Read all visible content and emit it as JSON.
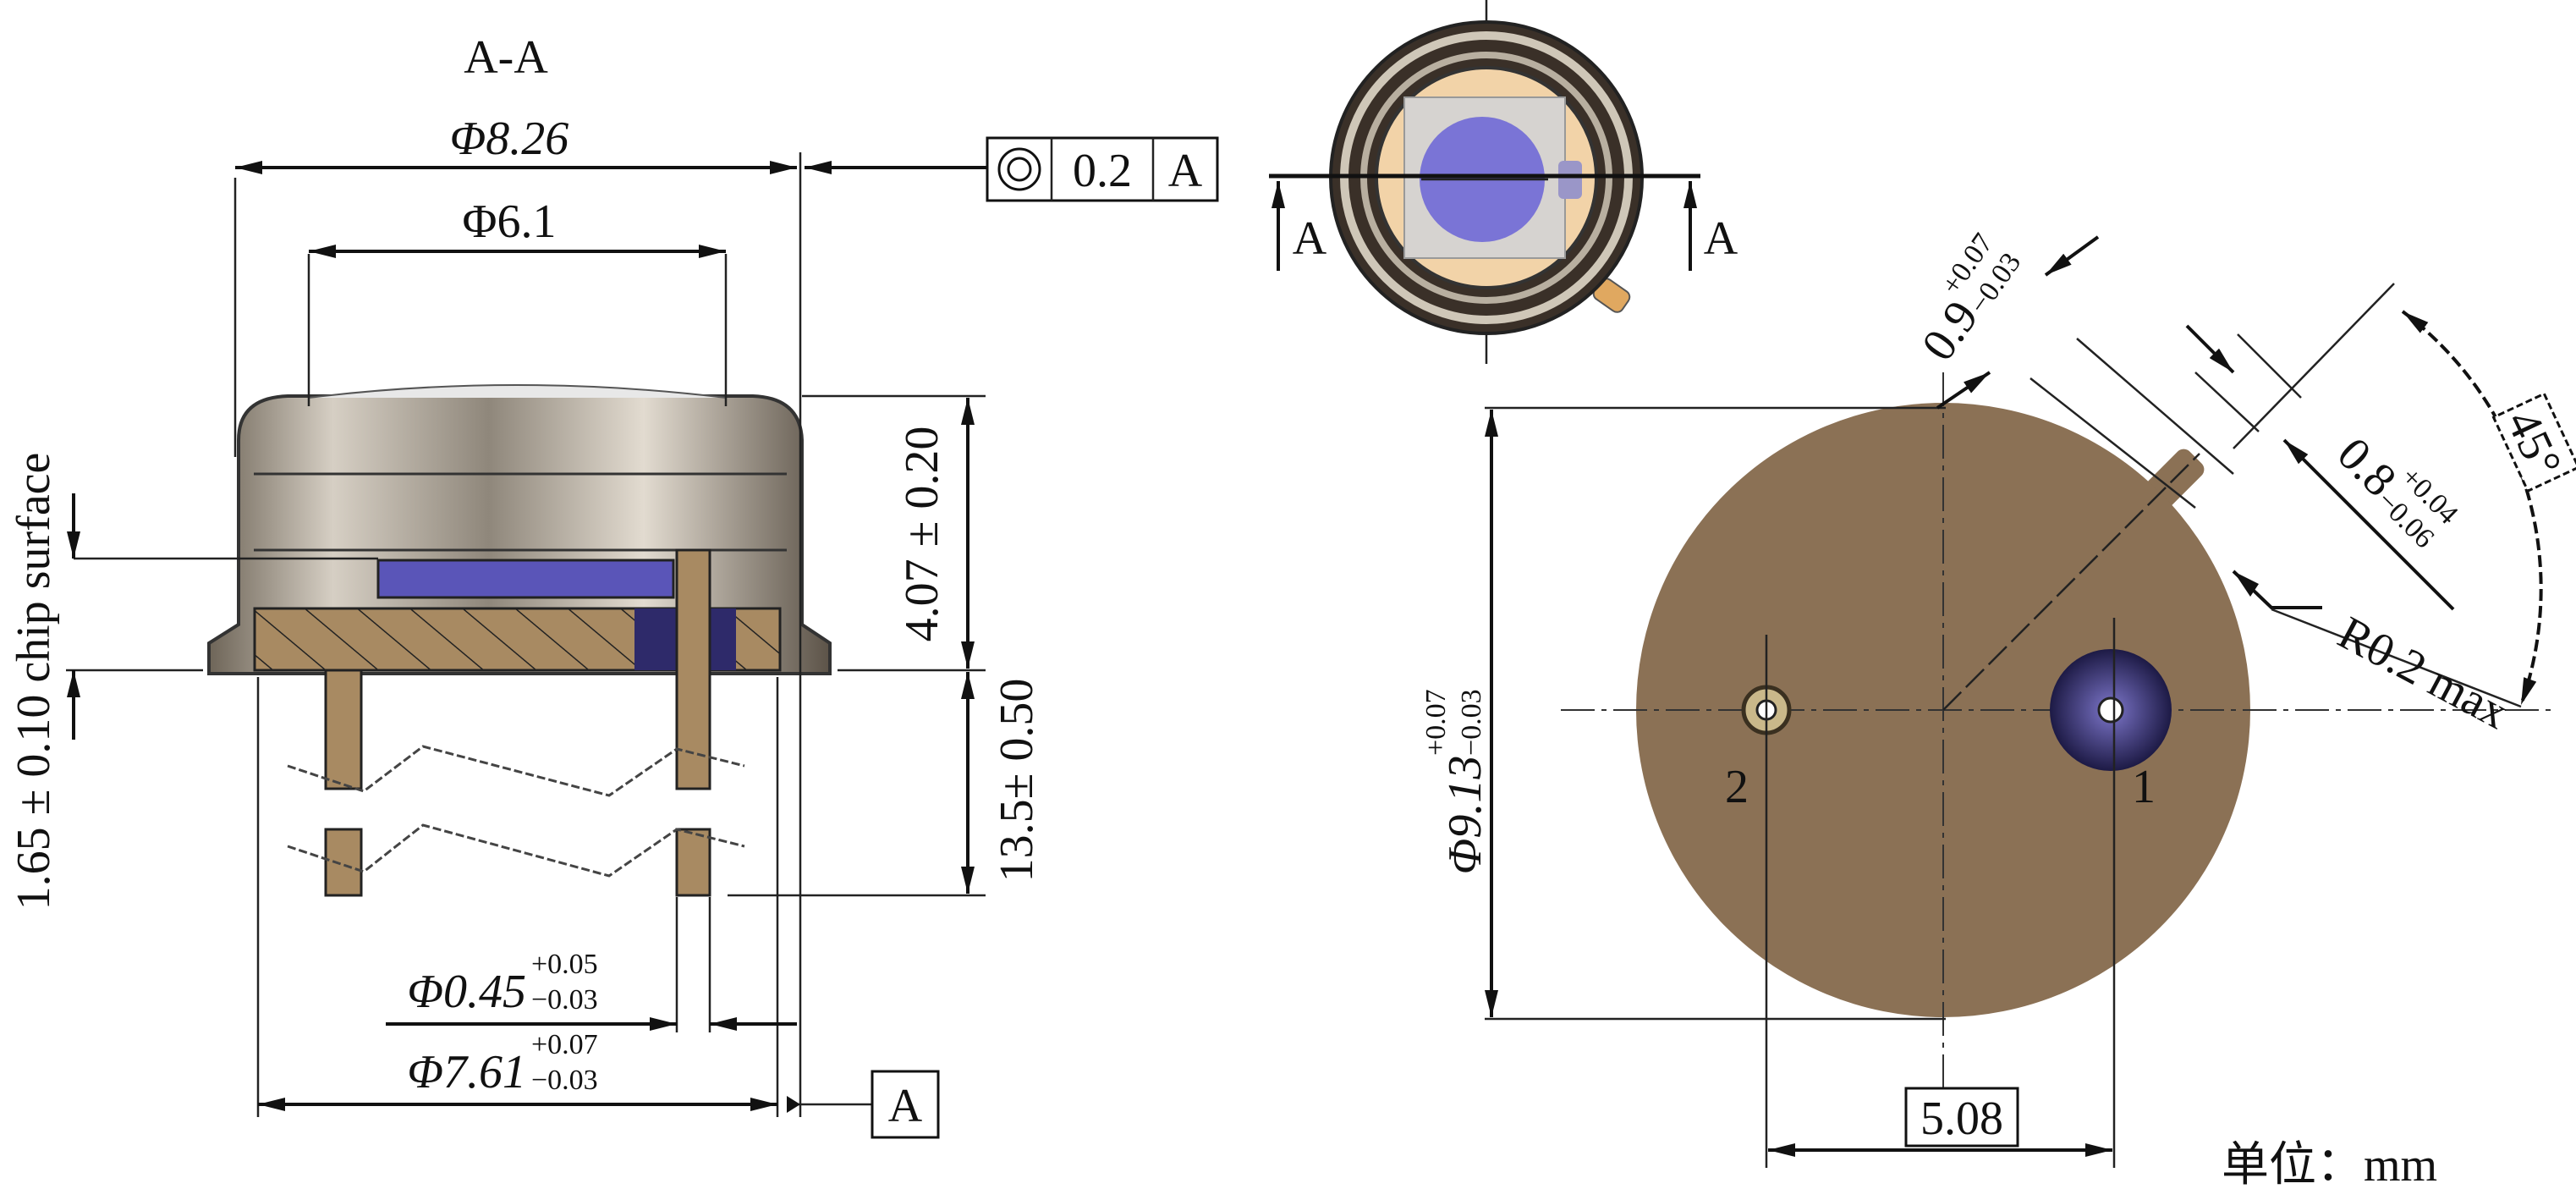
{
  "section_view": {
    "title": "A-A",
    "dia_outer": "Φ8.26",
    "dia_window": "Φ6.1",
    "height": "4.07 ± 0.20",
    "pin_length": "13.5± 0.50",
    "chip_surface": "1.65 ± 0.10 chip surface",
    "pin_dia": {
      "value": "Φ0.45",
      "upper": "+0.05",
      "lower": "−0.03"
    },
    "base_dia": {
      "value": "Φ7.61",
      "upper": "+0.07",
      "lower": "−0.03"
    },
    "concentricity": {
      "symbol": "◎",
      "tolerance": "0.2",
      "datum": "A"
    },
    "datum_label": "A"
  },
  "top_view": {
    "section_marker_left": "A",
    "section_marker_right": "A"
  },
  "bottom_view": {
    "dia": {
      "value": "Φ9.13",
      "upper": "+0.07",
      "lower": "−0.03"
    },
    "tab_length": {
      "value": "0.9",
      "upper": "+0.07",
      "lower": "−0.03"
    },
    "tab_width": {
      "value": "0.8",
      "upper": "+0.04",
      "lower": "−0.06"
    },
    "radius": "R0.2 max",
    "angle": "45°",
    "pin_spacing": "5.08",
    "pin1_label": "1",
    "pin2_label": "2"
  },
  "unit_label": "单位：mm",
  "colors": {
    "body": "#8b7155",
    "chip": "#5a55b8",
    "header": "#a88a62",
    "window": "#f2d3a8"
  }
}
